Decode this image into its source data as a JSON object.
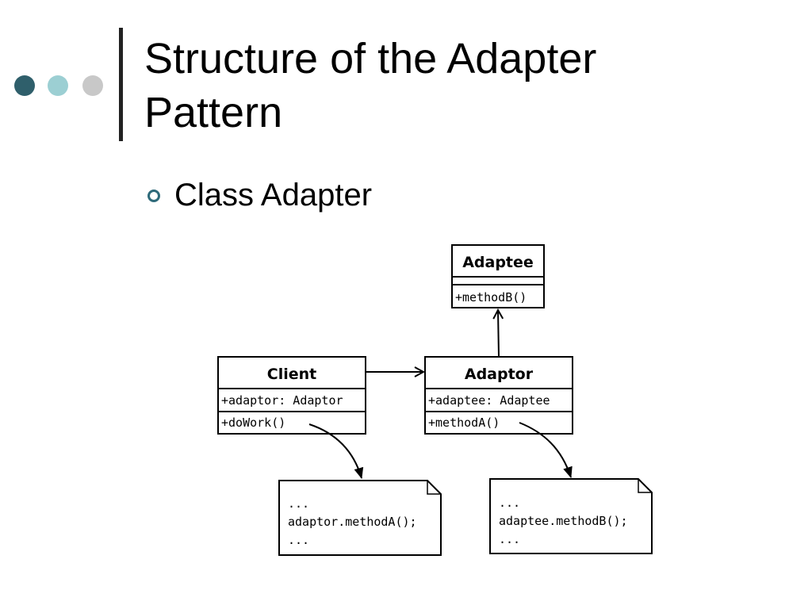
{
  "slide": {
    "title_line1": "Structure of the Adapter",
    "title_line2": "Pattern",
    "bullet": "Class Adapter",
    "colors": {
      "dot1": "#2f5f6b",
      "dot2": "#9ccfd3",
      "dot3": "#c8c8c8",
      "bullet": "#2e6a7a"
    }
  },
  "diagram": {
    "adaptee": {
      "name": "Adaptee",
      "method": "+methodB()"
    },
    "client": {
      "name": "Client",
      "attribute": "+adaptor: Adaptor",
      "method": "+doWork()"
    },
    "adaptor": {
      "name": "Adaptor",
      "attribute": "+adaptee: Adaptee",
      "method": "+methodA()"
    },
    "note_client": {
      "line1": "...",
      "line2": "adaptor.methodA();",
      "line3": "..."
    },
    "note_adaptor": {
      "line1": "...",
      "line2": "adaptee.methodB();",
      "line3": "..."
    }
  }
}
